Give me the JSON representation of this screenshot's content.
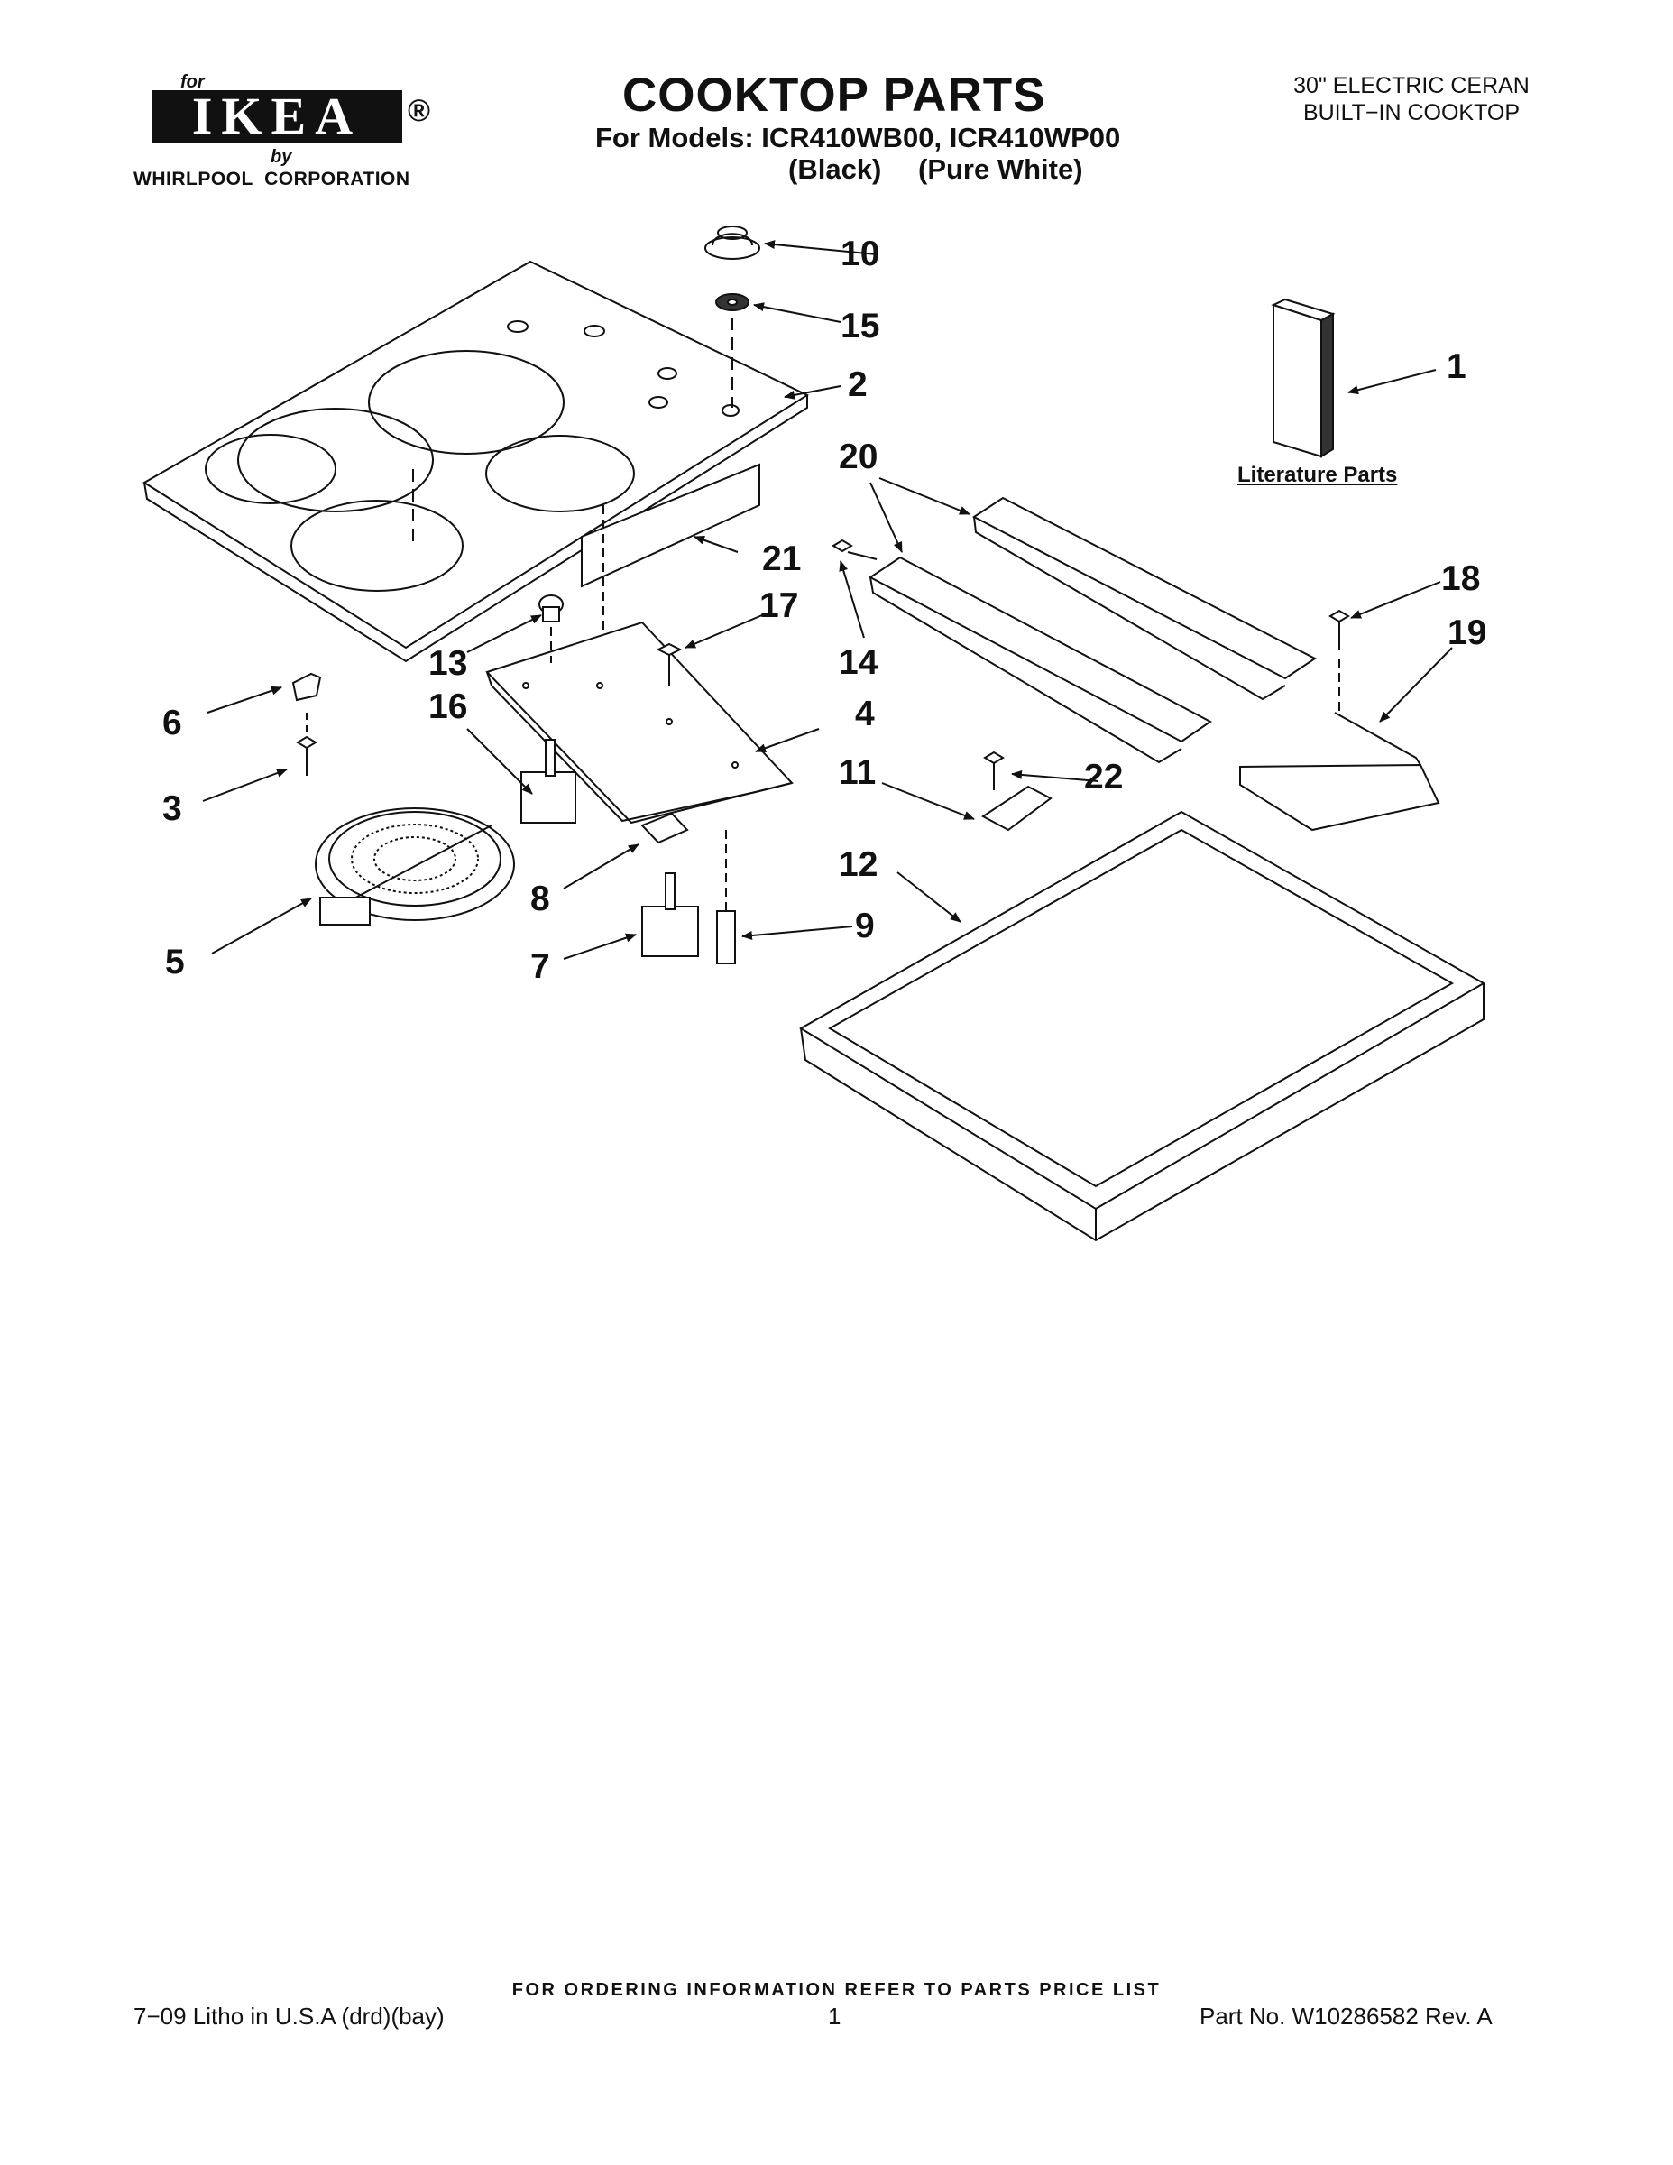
{
  "logo": {
    "for": "for",
    "brand": "IKEA",
    "registered": "®",
    "by": "by",
    "corporation": "WHIRLPOOL  CORPORATION"
  },
  "header": {
    "title": "COOKTOP PARTS",
    "models": "For Models: ICR410WB00, ICR410WP00",
    "variant_1": "(Black)",
    "variant_2": "(Pure White)",
    "description_line1": "30\" ELECTRIC CERAN",
    "description_line2": "BUILT−IN COOKTOP"
  },
  "literature_label": "Literature Parts",
  "callouts": [
    "1",
    "2",
    "3",
    "4",
    "5",
    "6",
    "7",
    "8",
    "9",
    "10",
    "11",
    "12",
    "13",
    "14",
    "15",
    "16",
    "17",
    "18",
    "19",
    "20",
    "21",
    "22"
  ],
  "footer": {
    "ordering_note": "FOR ORDERING INFORMATION REFER TO PARTS PRICE LIST",
    "litho": "7−09 Litho in U.S.A (drd)(bay)",
    "page": "1",
    "part_no": "Part No. W10286582 Rev. A"
  },
  "colors": {
    "ink": "#111111",
    "paper": "#ffffff",
    "shade": "#555555"
  }
}
